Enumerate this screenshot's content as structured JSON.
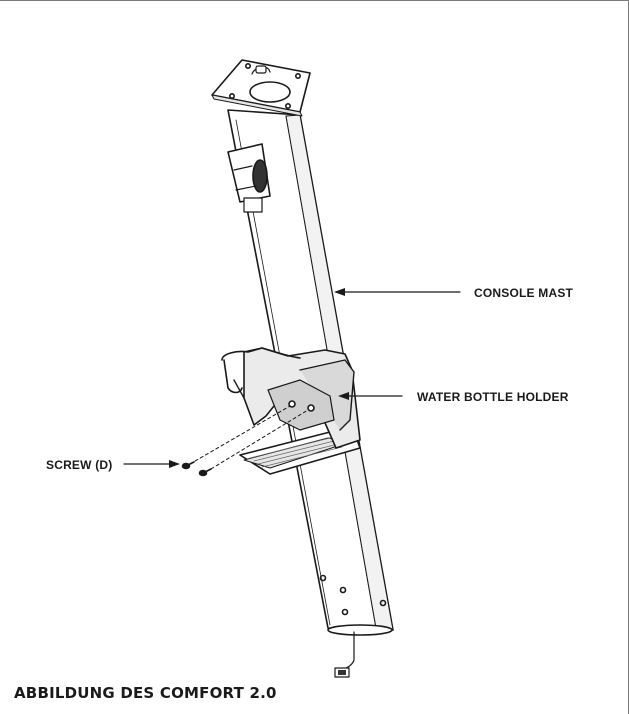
{
  "labels": {
    "console_mast": "CONSOLE MAST",
    "water_bottle_holder": "WATER BOTTLE HOLDER",
    "screw": "SCREW (D)"
  },
  "caption": "ABBILDUNG DES COMFORT 2.0"
}
